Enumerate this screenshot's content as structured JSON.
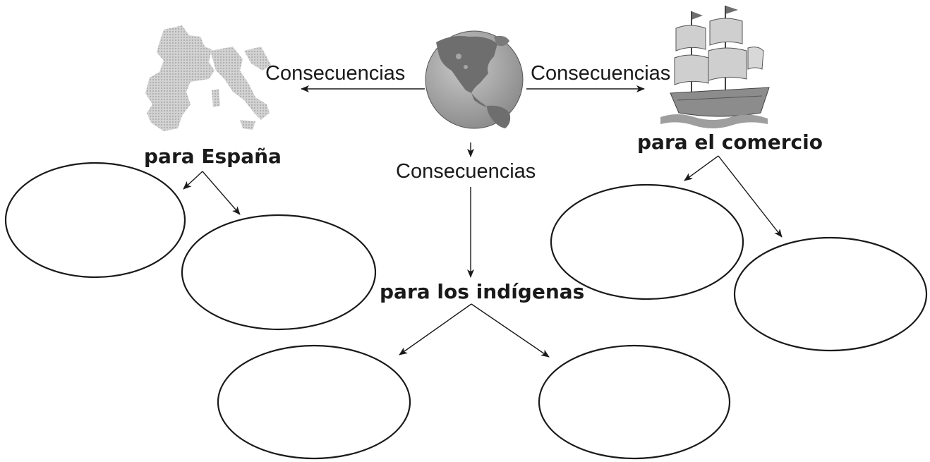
{
  "labels": {
    "consecuencias_left": "Consecuencias",
    "consecuencias_right": "Consecuencias",
    "consecuencias_center": "Consecuencias",
    "para_espana": "para España",
    "para_comercio": "para el comercio",
    "para_indigenas": "para los indígenas"
  },
  "icons": {
    "center": "globe-americas-icon",
    "left": "europe-map-icon",
    "right": "sailing-ship-icon"
  },
  "colors": {
    "ink": "#1a1a1a",
    "grey_dark": "#6e6e6e",
    "grey_light": "#bdbdbd"
  }
}
